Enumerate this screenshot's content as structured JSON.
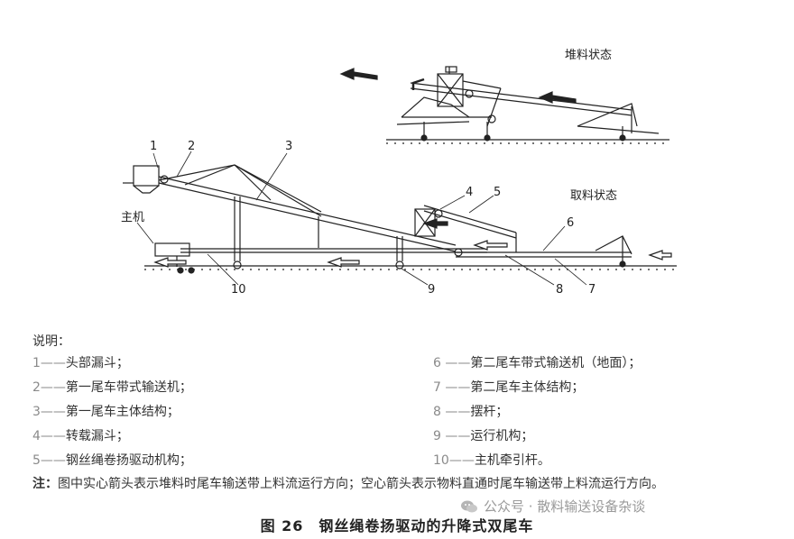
{
  "diagram": {
    "state_stacking": "堆料状态",
    "state_reclaiming": "取料状态",
    "callouts": [
      "1",
      "2",
      "3",
      "4",
      "5",
      "6",
      "7",
      "8",
      "9",
      "10"
    ],
    "host_label": "主机"
  },
  "legend": {
    "title": "说明：",
    "items": [
      {
        "num": "1——",
        "text": "头部漏斗；"
      },
      {
        "num": "2——",
        "text": "第一尾车带式输送机；"
      },
      {
        "num": "3——",
        "text": "第一尾车主体结构；"
      },
      {
        "num": "4——",
        "text": "转载漏斗；"
      },
      {
        "num": "5——",
        "text": "钢丝绳卷扬驱动机构；"
      },
      {
        "num": "6 ——",
        "text": "第二尾车带式输送机（地面）；"
      },
      {
        "num": "7 ——",
        "text": "第二尾车主体结构；"
      },
      {
        "num": "8 ——",
        "text": "摆杆；"
      },
      {
        "num": "9 ——",
        "text": "运行机构；"
      },
      {
        "num": "10——",
        "text": "主机牵引杆。"
      }
    ]
  },
  "note": {
    "prefix": "注：",
    "text": "图中实心箭头表示堆料时尾车输送带上料流运行方向；空心箭头表示物料直通时尾车输送带上料流运行方向。"
  },
  "caption": "图 26　钢丝绳卷扬驱动的升降式双尾车",
  "watermark": "公众号 · 散料输送设备杂谈",
  "icons": [
    "wechat-icon"
  ]
}
